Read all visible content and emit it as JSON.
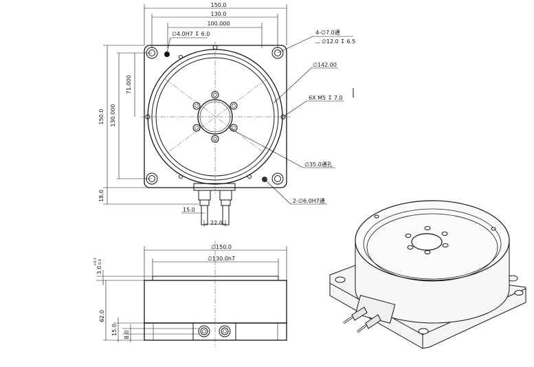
{
  "drawing": {
    "top_view": {
      "dim_outer_width": "150.0",
      "dim_hole_spacing": "130.0",
      "dim_inner_spacing": "100.000",
      "dim_outer_height": "150.0",
      "dim_hole_spacing_v": "130.000",
      "dim_half": "71.000",
      "dim_bottom_offset": "18.0",
      "dim_connector_left": "15.0",
      "dim_connector_spacing": "22.0",
      "callout_pin": "∅4.0H7 ↧ 6.0",
      "callout_corner_holes_1": "4-∅7.0通",
      "callout_corner_holes_2": "⌴ ∅12.0 ↧ 6.5",
      "callout_diameter": "∅142.00",
      "callout_threads": "6X M5 ↧ 7.0",
      "callout_bore": "∅35.0通孔",
      "callout_dowels": "2-∅6.0H7通"
    },
    "front_view": {
      "dim_outer_diameter": "∅150.0",
      "dim_pilot_diameter": "∅130.0h7",
      "dim_pilot_height": "3.0",
      "dim_pilot_tol_upper": "+0.2",
      "dim_pilot_tol_lower": "0.0",
      "dim_total_height": "62.0",
      "dim_base_height": "15.0",
      "dim_connector_height": "8.0"
    }
  }
}
